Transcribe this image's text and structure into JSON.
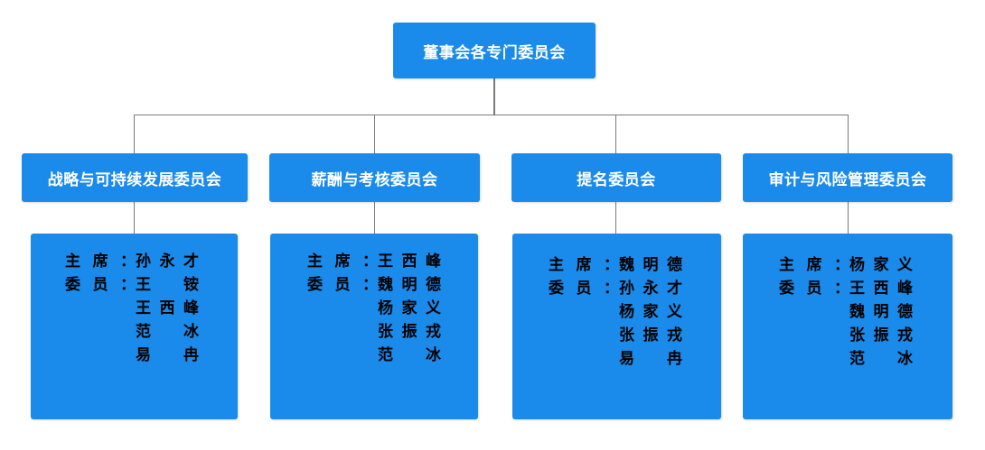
{
  "root": {
    "title": "董事会各专门委员会"
  },
  "committees": [
    {
      "title": "战略与可持续发展委员会",
      "chair_label": [
        "主",
        "席",
        "："
      ],
      "chair": [
        "孙",
        "永",
        "才"
      ],
      "member_label": [
        "委",
        "员",
        "："
      ],
      "members": [
        [
          "王",
          "铵"
        ],
        [
          "王",
          "西",
          "峰"
        ],
        [
          "范",
          "冰"
        ],
        [
          "易",
          "冉"
        ]
      ]
    },
    {
      "title": "薪酬与考核委员会",
      "chair_label": [
        "主",
        "席",
        "："
      ],
      "chair": [
        "王",
        "西",
        "峰"
      ],
      "member_label": [
        "委",
        "员",
        "："
      ],
      "members": [
        [
          "魏",
          "明",
          "德"
        ],
        [
          "杨",
          "家",
          "义"
        ],
        [
          "张",
          "振",
          "戎"
        ],
        [
          "范",
          "冰"
        ]
      ]
    },
    {
      "title": "提名委员会",
      "chair_label": [
        "主",
        "席",
        "："
      ],
      "chair": [
        "魏",
        "明",
        "德"
      ],
      "member_label": [
        "委",
        "员",
        "："
      ],
      "members": [
        [
          "孙",
          "永",
          "才"
        ],
        [
          "杨",
          "家",
          "义"
        ],
        [
          "张",
          "振",
          "戎"
        ],
        [
          "易",
          "冉"
        ]
      ]
    },
    {
      "title": "审计与风险管理委员会",
      "chair_label": [
        "主",
        "席",
        "："
      ],
      "chair": [
        "杨",
        "家",
        "义"
      ],
      "member_label": [
        "委",
        "员",
        "："
      ],
      "members": [
        [
          "王",
          "西",
          "峰"
        ],
        [
          "魏",
          "明",
          "德"
        ],
        [
          "张",
          "振",
          "戎"
        ],
        [
          "范",
          "冰"
        ]
      ]
    }
  ]
}
